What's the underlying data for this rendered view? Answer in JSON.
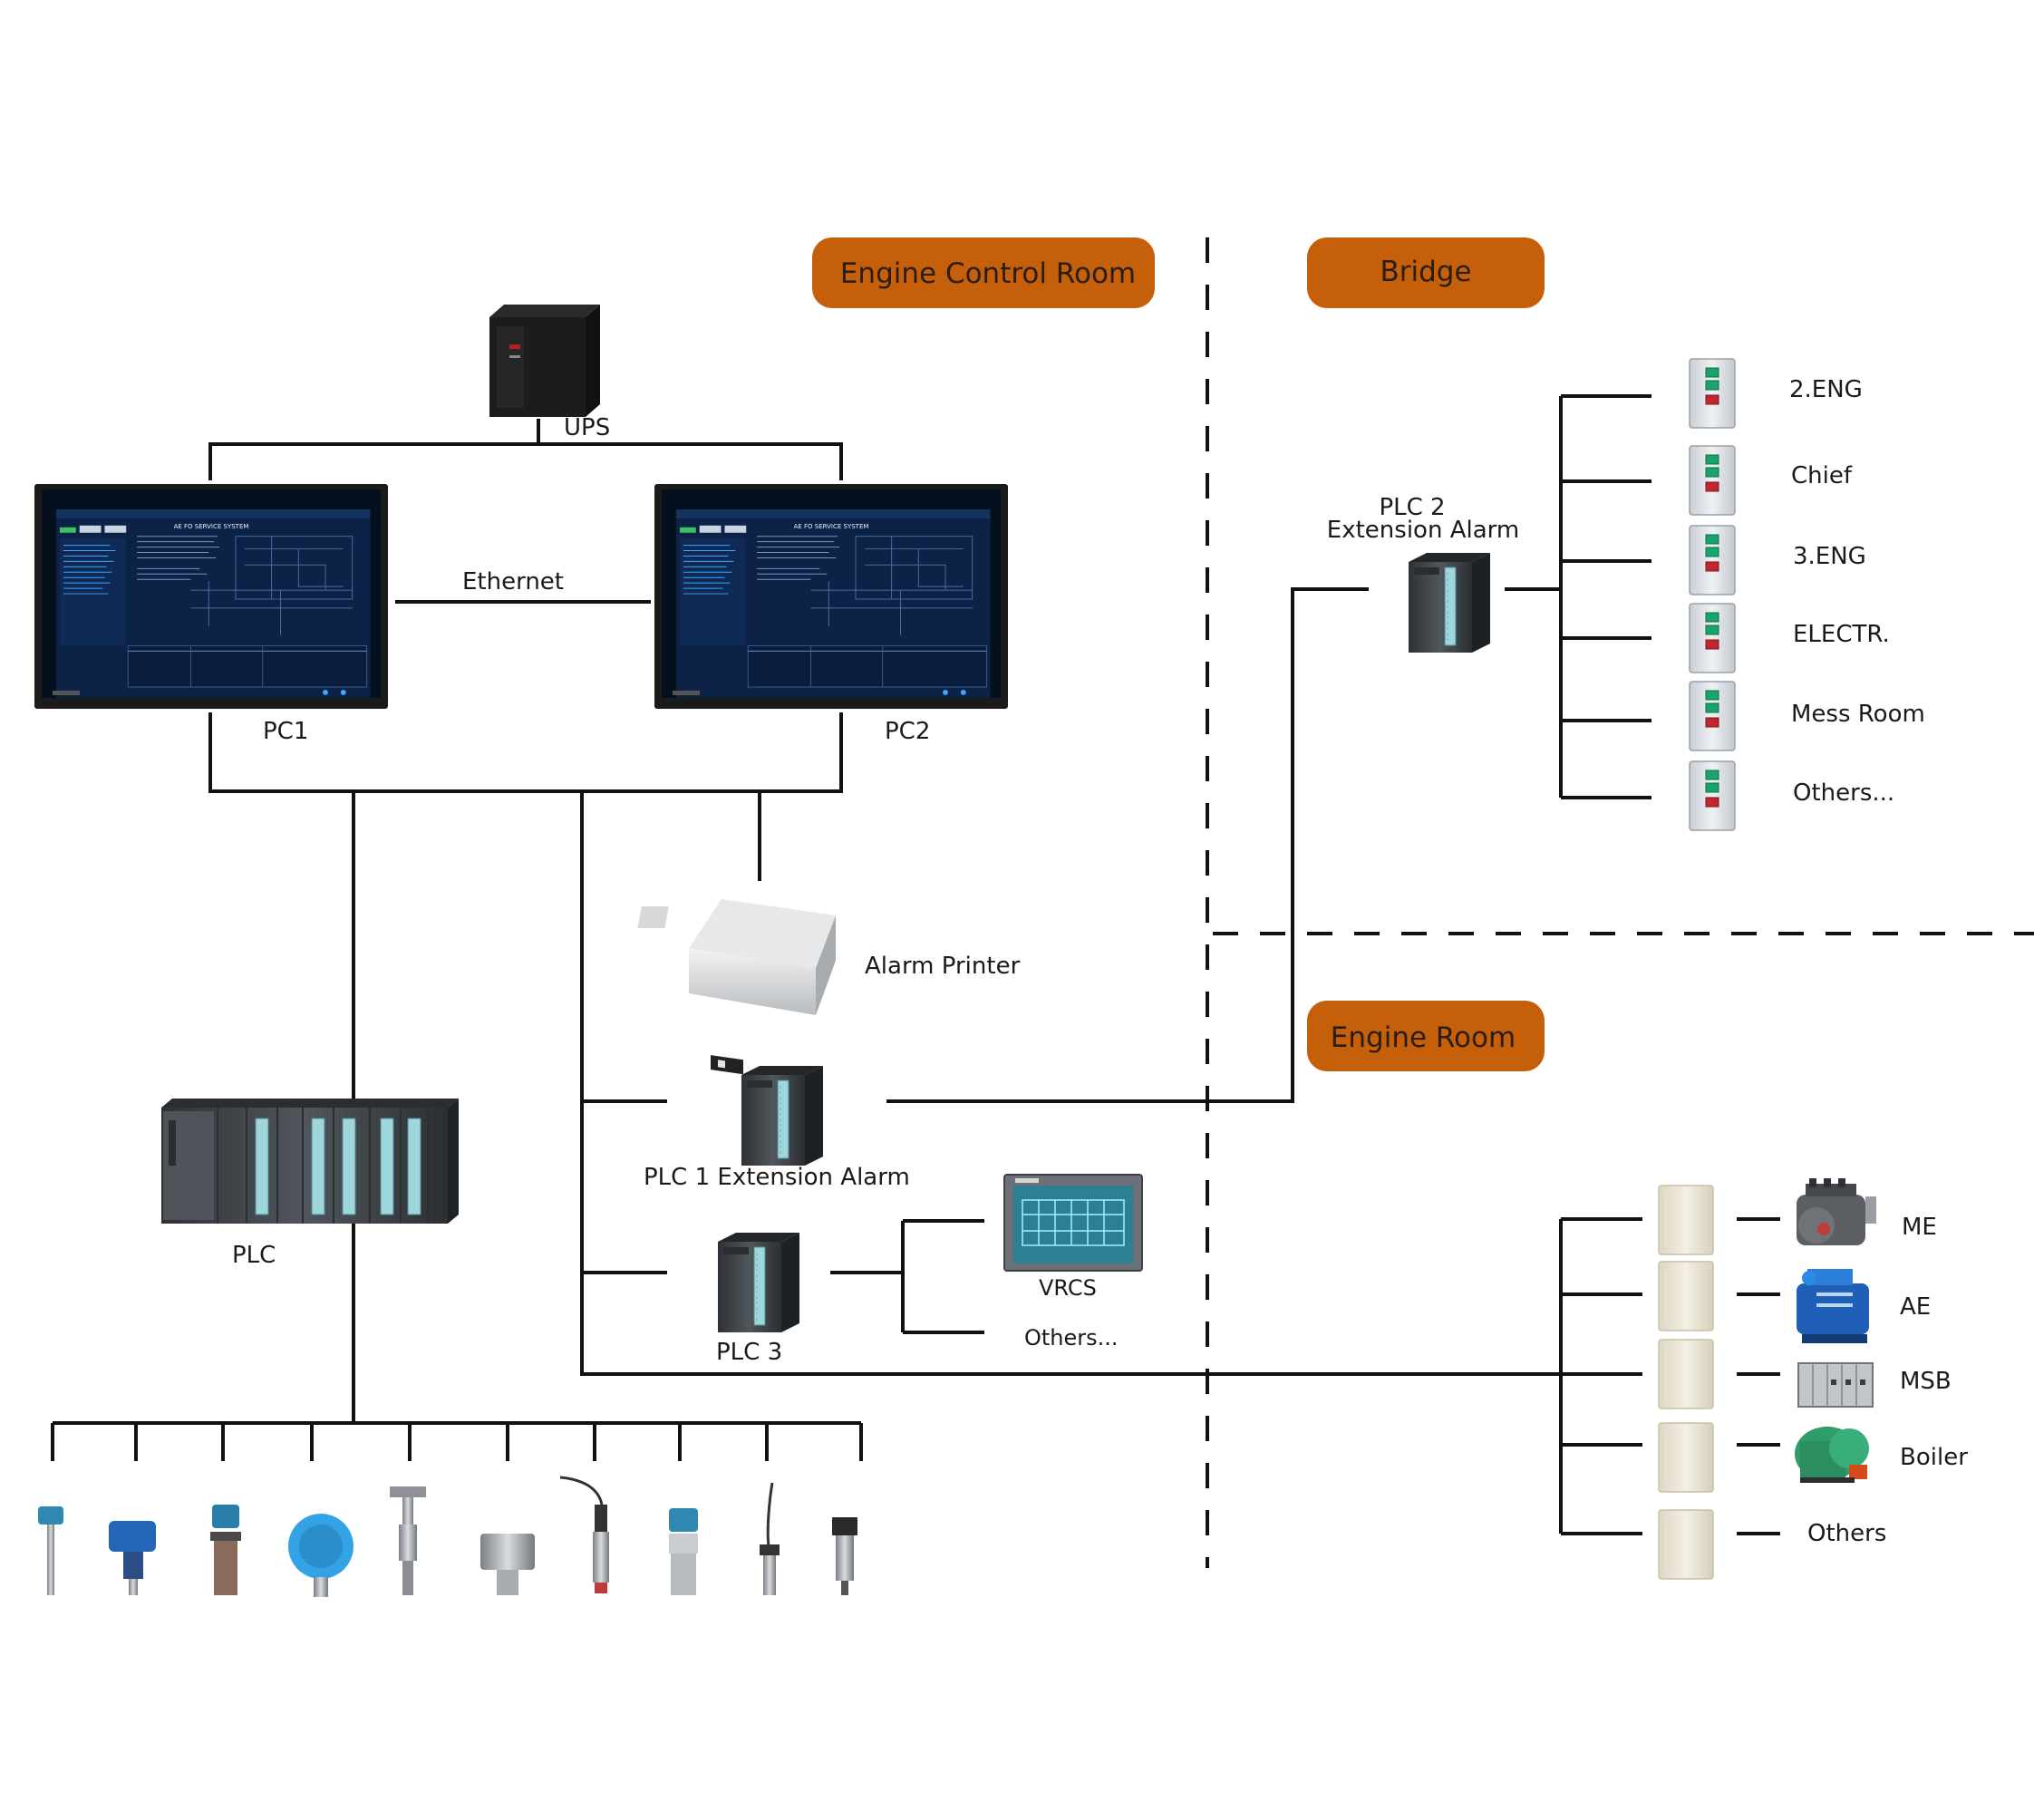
{
  "colors": {
    "zone_badge": "#c65f0a",
    "zone_text": "#2a1e12",
    "screen_bezel": "#1b1b1b",
    "screen_bg": "#0c2247",
    "plc_body": "#3f4448",
    "plc_stripe": "#9fd6dc",
    "alarm_panel": "#dfe3e8",
    "lamp_green": "#1aa36b",
    "lamp_red": "#c3262f",
    "box_beige": "#ece6d4"
  },
  "zones": {
    "ecr": "Engine Control Room",
    "bridge": "Bridge",
    "engine_room": "Engine Room"
  },
  "labels": {
    "ups": "UPS",
    "ethernet": "Ethernet",
    "pc1": "PC1",
    "pc2": "PC2",
    "plc": "PLC",
    "alarm_printer": "Alarm Printer",
    "plc1": "PLC 1 Extension Alarm",
    "plc2_line1": "PLC 2",
    "plc2_line2": "Extension  Alarm",
    "plc3": "PLC 3",
    "vrcs": "VRCS",
    "vrcs_others": "Others..."
  },
  "screen": {
    "title": "AE FO SERVICE SYSTEM"
  },
  "bridge_panels": [
    "2.ENG",
    "Chief",
    "3.ENG",
    "ELECTR.",
    "Mess Room",
    "Others..."
  ],
  "engine_room_items": [
    "ME",
    "AE",
    "MSB",
    "Boiler",
    "Others"
  ],
  "icons": {
    "ups": "ups-icon",
    "pc": "monitor-icon",
    "plc": "plc-rack-icon",
    "printer": "printer-icon",
    "plc_module": "plc-module-icon",
    "vrcs": "hmi-panel-icon",
    "alarm_panel": "alarm-panel-icon",
    "io_box": "io-box-icon",
    "sensor": "sensor-icon",
    "me": "main-engine-icon",
    "ae": "aux-engine-icon",
    "msb": "switchboard-icon",
    "boiler": "boiler-icon"
  }
}
